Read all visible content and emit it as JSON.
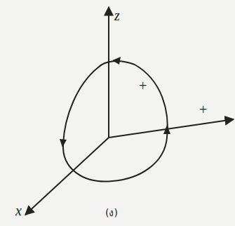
{
  "diagram": {
    "caption": "(ง)",
    "labels": [
      "z",
      "x",
      "+",
      "+"
    ]
  }
}
